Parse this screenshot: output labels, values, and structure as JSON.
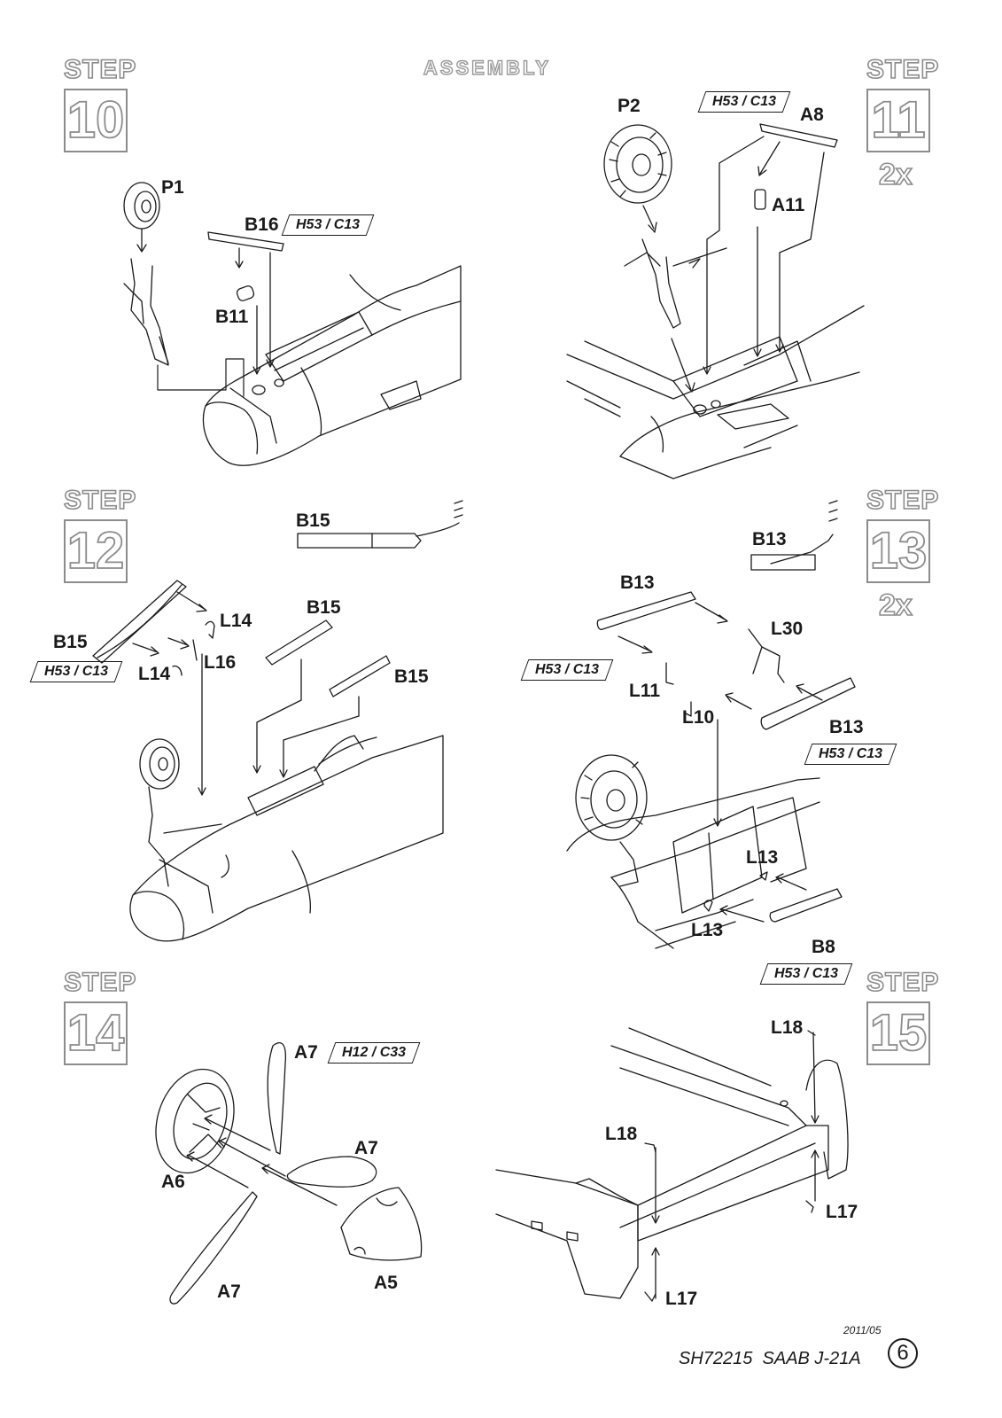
{
  "header": {
    "title": "ASSEMBLY"
  },
  "steps": [
    {
      "word": "STEP",
      "number": "10",
      "multiplier": ""
    },
    {
      "word": "STEP",
      "number": "11",
      "multiplier": "2x"
    },
    {
      "word": "STEP",
      "number": "12",
      "multiplier": ""
    },
    {
      "word": "STEP",
      "number": "13",
      "multiplier": "2x"
    },
    {
      "word": "STEP",
      "number": "14",
      "multiplier": ""
    },
    {
      "word": "STEP",
      "number": "15",
      "multiplier": ""
    }
  ],
  "parts": {
    "p1": "P1",
    "b16": "B16",
    "b11": "B11",
    "p2": "P2",
    "a8": "A8",
    "a11": "A11",
    "b15_top": "B15",
    "b15_a": "B15",
    "b15_b": "B15",
    "b15_c": "B15",
    "l14_a": "L14",
    "l14_b": "L14",
    "l16": "L16",
    "b13_top": "B13",
    "b13_a": "B13",
    "b13_b": "B13",
    "l30": "L30",
    "l11": "L11",
    "l10": "L10",
    "l13_a": "L13",
    "l13_b": "L13",
    "b8": "B8",
    "a7_a": "A7",
    "a7_b": "A7",
    "a7_c": "A7",
    "a6": "A6",
    "a5": "A5",
    "l18_a": "L18",
    "l18_b": "L18",
    "l17_a": "L17",
    "l17_b": "L17"
  },
  "paint_codes": {
    "s10": "H53 / C13",
    "s11": "H53 / C13",
    "s12": "H53 / C13",
    "s13_a": "H53 / C13",
    "s13_b": "H53 / C13",
    "s13_c": "H53 / C13",
    "s14": "H12 / C33"
  },
  "footer": {
    "date": "2011/05",
    "title": "SH72215  SAAB J-21A",
    "page": "6"
  },
  "colors": {
    "ink": "#1a1a1a",
    "outline_grey": "#8c8c8c"
  }
}
